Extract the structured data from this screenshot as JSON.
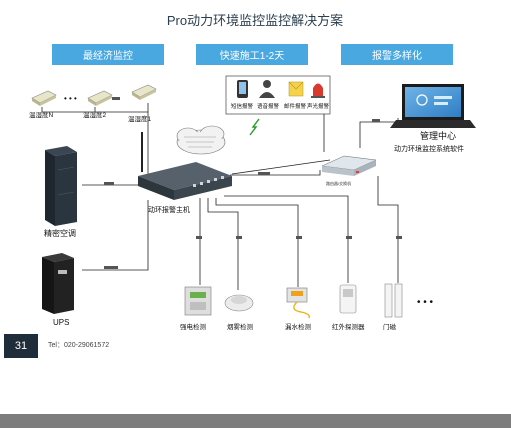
{
  "top_strip": "",
  "title": "Pro动力环境监控监控解决方案",
  "banners": [
    "最经济监控",
    "快速施工1-2天",
    "报警多样化"
  ],
  "sensors": {
    "labels": [
      "温湿度N",
      "温湿度2",
      "温湿度1"
    ],
    "ellipsis": "• • •"
  },
  "alarms": [
    "短信报警",
    "语音报警",
    "邮件报警",
    "声光报警"
  ],
  "cloud_text": "",
  "host_label": "动环报警主机",
  "switch_label": "路由器/交换机",
  "management": {
    "label": "管理中心",
    "software": "动力环境监控系统软件"
  },
  "ac_label": "精密空调",
  "ups_label": "UPS",
  "detectors": [
    "强电检测",
    "烟雾检测",
    "漏水检测",
    "红外探测器",
    "门磁"
  ],
  "more": "• • •",
  "page_number": "31",
  "contact": "Tel：020-29061572",
  "colors": {
    "banner": "#4aa8e0",
    "title": "#2b3e4f",
    "line": "#222222",
    "label": "#111111"
  }
}
